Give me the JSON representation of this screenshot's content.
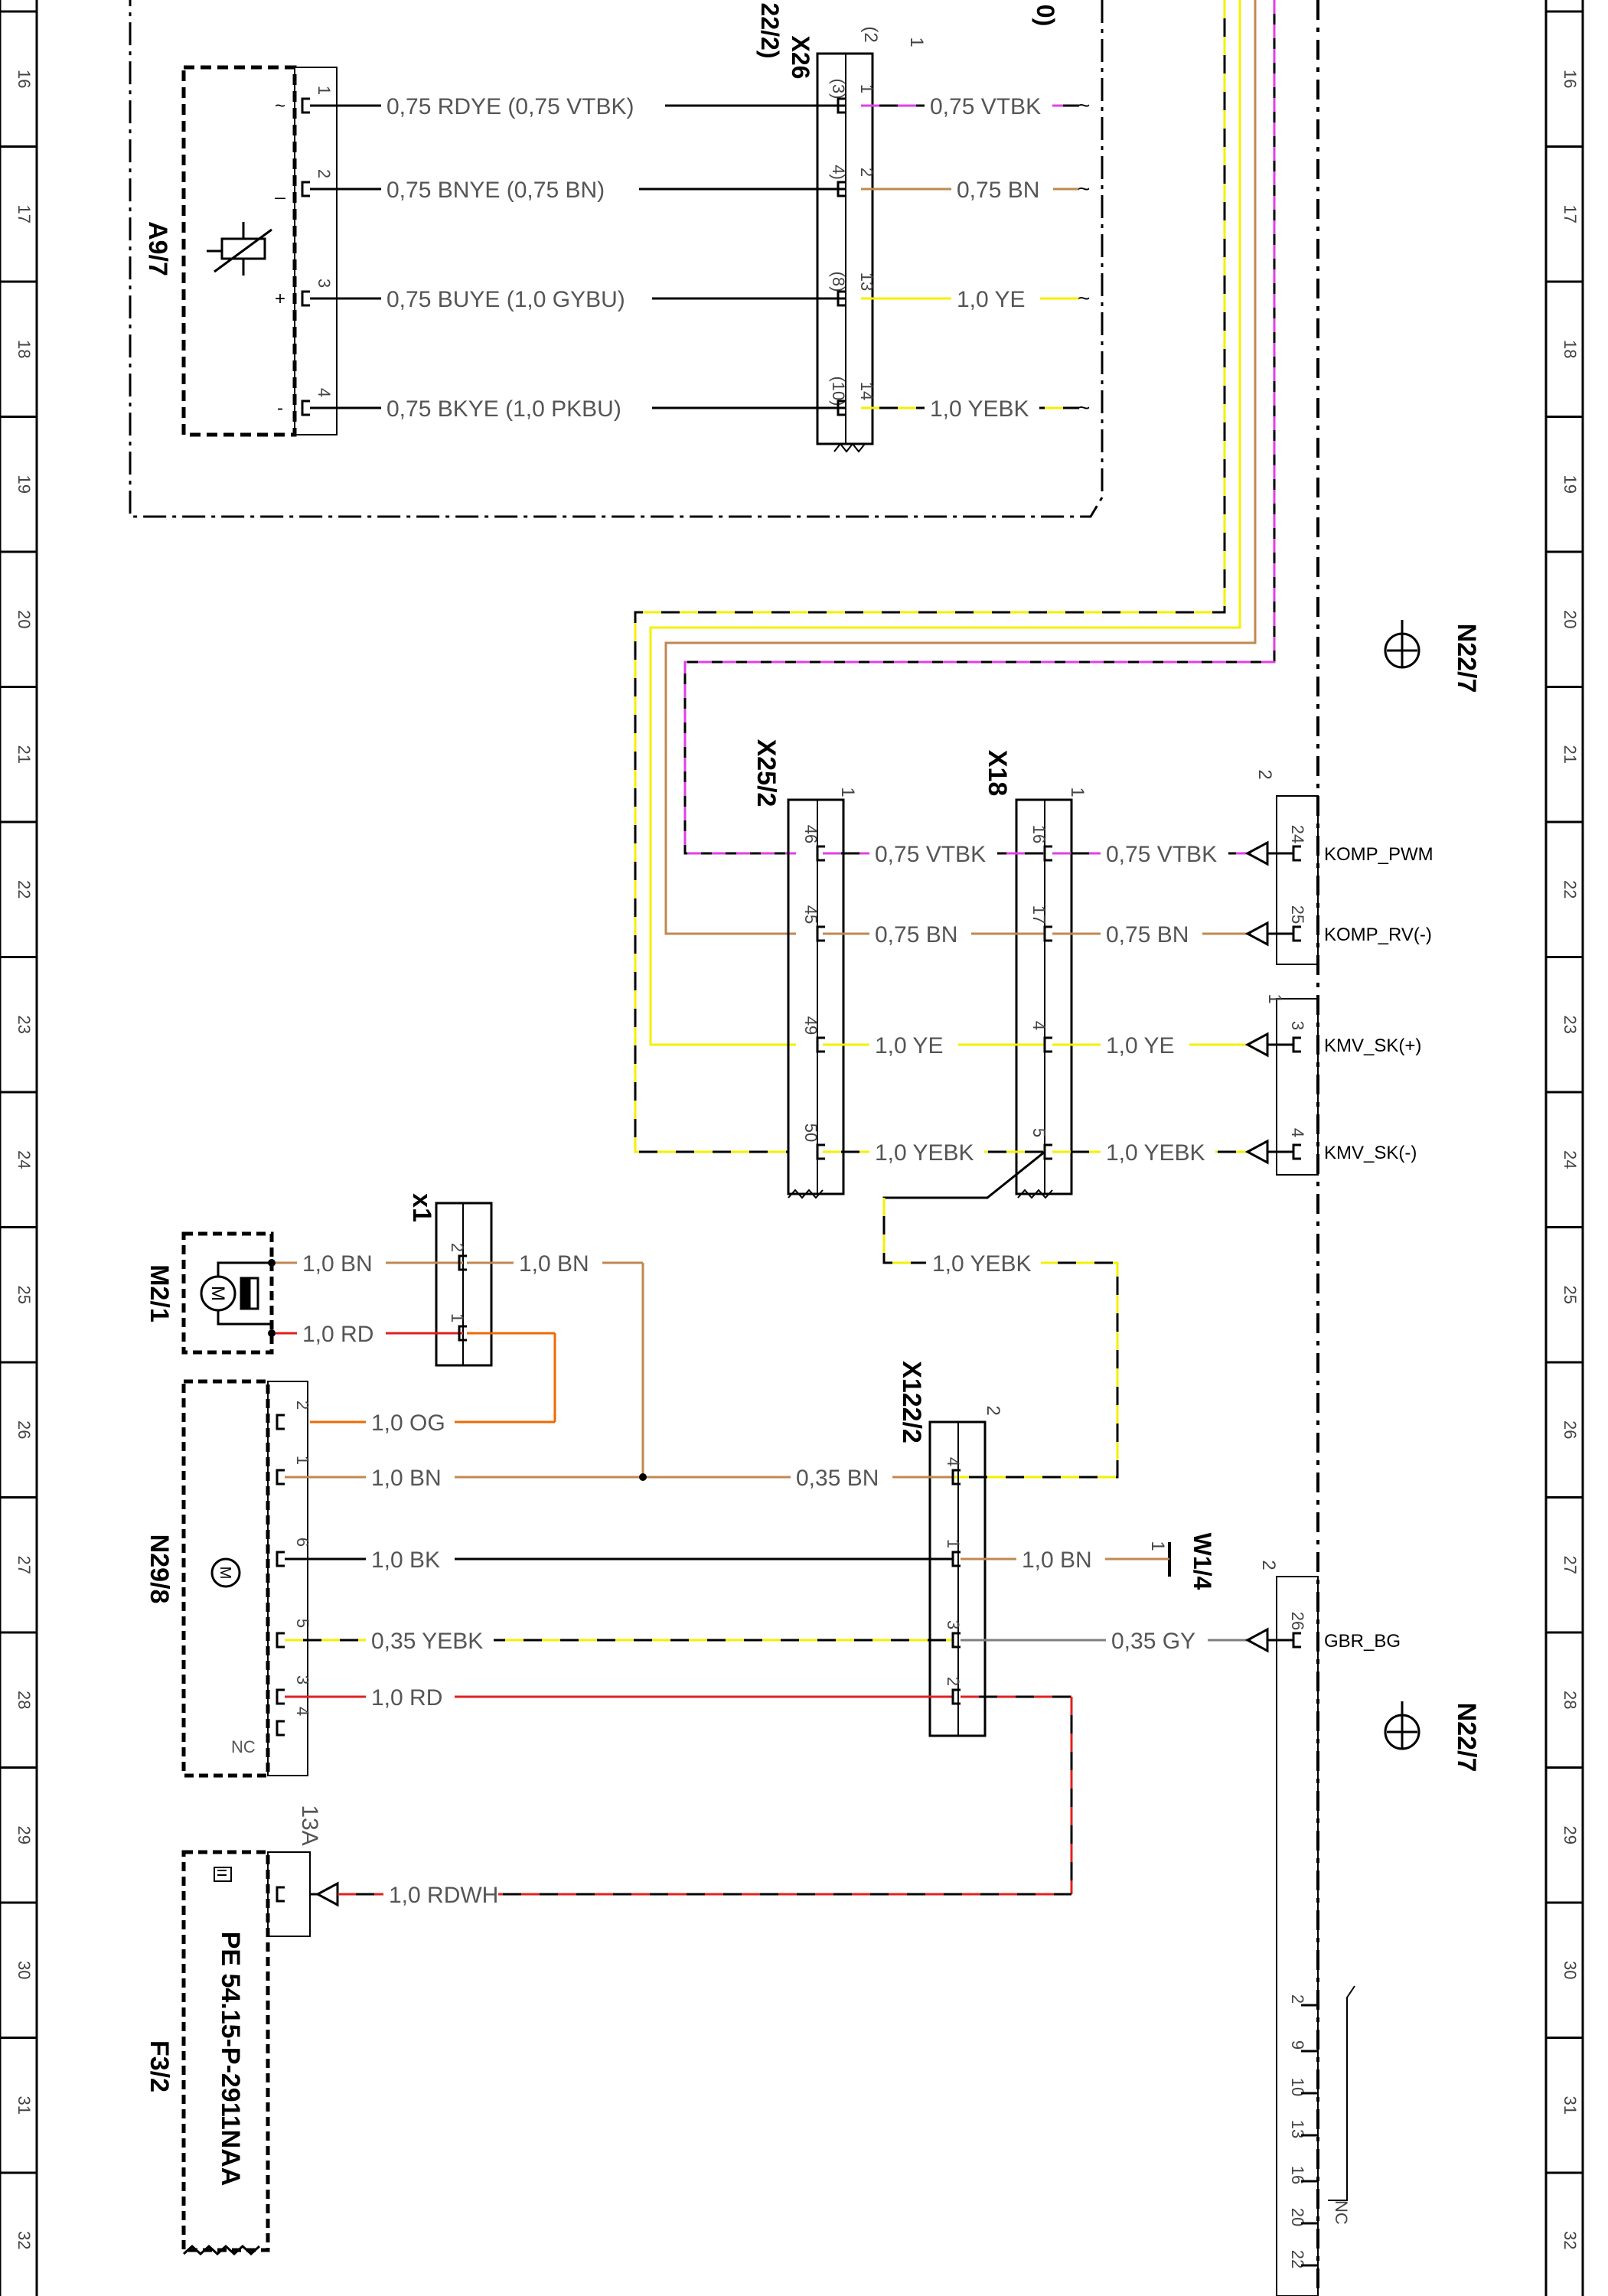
{
  "sheet": {
    "grid_rows": [
      "16",
      "17",
      "18",
      "19",
      "20",
      "21",
      "22",
      "23",
      "24",
      "25",
      "26",
      "27",
      "28",
      "29",
      "30",
      "31",
      "32"
    ]
  },
  "components": {
    "a9_7": {
      "id": "A9/7"
    },
    "x26": {
      "id": "X26",
      "sub": "22/2)",
      "pin_top": "1",
      "pin_top_alt": "(2"
    },
    "x25_2": {
      "id": "X25/2",
      "pin_top": "1"
    },
    "x18": {
      "id": "X18",
      "pin_top": "1"
    },
    "n22_7_top": {
      "id": "N22/7"
    },
    "n22_7_bottom": {
      "id": "N22/7"
    },
    "m2_1": {
      "id": "M2/1"
    },
    "x1": {
      "id": "x1"
    },
    "n29_8": {
      "id": "N29/8",
      "nc": "NC"
    },
    "x122_2": {
      "id": "X122/2",
      "pin_top": "2"
    },
    "w1_4": {
      "id": "W1/4",
      "pin": "1"
    },
    "f3_2": {
      "id": "F3/2",
      "ref": "PE 54.15-P-2911NAA",
      "rating": "13A"
    },
    "top_cut": {
      "text": "0)"
    }
  },
  "a9_7_pins": [
    {
      "pin": "1",
      "sym": "~",
      "wire": "0,75 RDYE (0,75 VTBK)",
      "x26_alt": "(3)",
      "x26_pin": "1",
      "out": "0,75 VTBK"
    },
    {
      "pin": "2",
      "sym": "_",
      "wire": "0,75 BNYE (0,75 BN)",
      "x26_alt": "4)",
      "x26_pin": "2",
      "out": "0,75 BN"
    },
    {
      "pin": "3",
      "sym": "+",
      "wire": "0,75 BUYE (1,0 GYBU)",
      "x26_alt": "(8)",
      "x26_pin": "13",
      "out": "1,0 YE"
    },
    {
      "pin": "4",
      "sym": "-",
      "wire": "0,75 BKYE (1,0 PKBU)",
      "x26_alt": "(10)",
      "x26_pin": "14",
      "out": "1,0 YEBK"
    }
  ],
  "x25_rows": [
    {
      "x25_pin": "46",
      "w1": "0,75 VTBK",
      "x18_pin": "16",
      "w2": "0,75 VTBK",
      "n22_pin": "24",
      "signal": "KOMP_PWM"
    },
    {
      "x25_pin": "45",
      "w1": "0,75 BN",
      "x18_pin": "17",
      "w2": "0,75 BN",
      "n22_pin": "25",
      "signal": "KOMP_RV(-)"
    },
    {
      "x25_pin": "49",
      "w1": "1,0 YE",
      "x18_pin": "4",
      "w2": "1,0 YE",
      "n22_pin": "3",
      "signal": "KMV_SK(+)"
    },
    {
      "x25_pin": "50",
      "w1": "1,0 YEBK",
      "x18_pin": "5",
      "w2": "1,0 YEBK",
      "n22_pin": "4",
      "signal": "KMV_SK(-)"
    }
  ],
  "n22_conn": {
    "conn_a": "2",
    "conn_b": "1",
    "conn_c": "2"
  },
  "x18_branch": {
    "wire": "1,0 YEBK"
  },
  "m2_1_wires": [
    {
      "wire": "1,0 BN",
      "x1_pin": "2",
      "out": "1,0 BN"
    },
    {
      "wire": "1,0 RD",
      "x1_pin": "1"
    }
  ],
  "n29_8_pins": [
    {
      "pin": "2",
      "wire": "1,0 OG"
    },
    {
      "pin": "1",
      "wire": "1,0 BN",
      "wire2": "0,35 BN",
      "x122_pin": "4"
    },
    {
      "pin": "6",
      "wire": "1,0 BK",
      "x122_pin": "1",
      "out": "1,0 BN"
    },
    {
      "pin": "5",
      "wire": "0,35 YEBK",
      "x122_pin": "3",
      "out": "0,35 GY",
      "n22_pin": "26",
      "signal": "GBR_BG"
    },
    {
      "pin": "3",
      "wire": "1,0 RD",
      "x122_pin": "2"
    },
    {
      "pin": "4"
    }
  ],
  "f3_2_wire": {
    "wire": "1,0 RDWH"
  },
  "nc_pins": {
    "pins": [
      "2",
      "9",
      "10",
      "13",
      "16",
      "20",
      "22"
    ],
    "label": "NC"
  },
  "colors": {
    "vt": "#e040e8",
    "bn": "#c08850",
    "ye": "#f4f000",
    "bk": "#000000",
    "rd": "#e02020",
    "og": "#ef6a00",
    "gy": "#808080",
    "grid": "#000000"
  }
}
